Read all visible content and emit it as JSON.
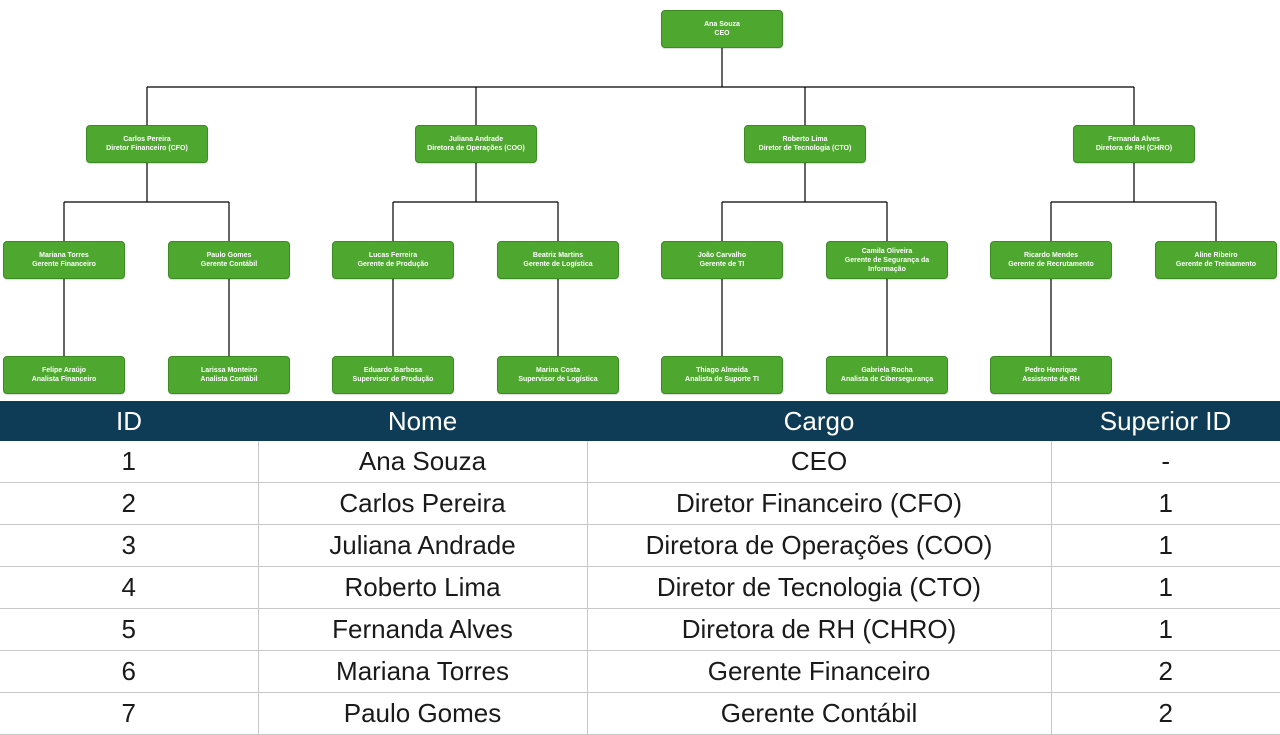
{
  "org_chart": {
    "nodes": [
      {
        "id": 1,
        "name": "Ana Souza",
        "title": "CEO",
        "parent": null
      },
      {
        "id": 2,
        "name": "Carlos Pereira",
        "title": "Diretor Financeiro (CFO)",
        "parent": 1
      },
      {
        "id": 3,
        "name": "Juliana Andrade",
        "title": "Diretora de Operações (COO)",
        "parent": 1
      },
      {
        "id": 4,
        "name": "Roberto Lima",
        "title": "Diretor de Tecnologia (CTO)",
        "parent": 1
      },
      {
        "id": 5,
        "name": "Fernanda Alves",
        "title": "Diretora de RH (CHRO)",
        "parent": 1
      },
      {
        "id": 6,
        "name": "Mariana Torres",
        "title": "Gerente Financeiro",
        "parent": 2
      },
      {
        "id": 7,
        "name": "Paulo Gomes",
        "title": "Gerente Contábil",
        "parent": 2
      },
      {
        "id": 8,
        "name": "Lucas Ferreira",
        "title": "Gerente de Produção",
        "parent": 3
      },
      {
        "id": 9,
        "name": "Beatriz Martins",
        "title": "Gerente de Logística",
        "parent": 3
      },
      {
        "id": 10,
        "name": "João Carvalho",
        "title": "Gerente de TI",
        "parent": 4
      },
      {
        "id": 11,
        "name": "Camila Oliveira",
        "title": "Gerente de Segurança da Informação",
        "parent": 4
      },
      {
        "id": 12,
        "name": "Ricardo Mendes",
        "title": "Gerente de Recrutamento",
        "parent": 5
      },
      {
        "id": 13,
        "name": "Aline Ribeiro",
        "title": "Gerente de Treinamento",
        "parent": 5
      },
      {
        "id": 14,
        "name": "Felipe Araújo",
        "title": "Analista Financeiro",
        "parent": 6
      },
      {
        "id": 15,
        "name": "Larissa Monteiro",
        "title": "Analista Contábil",
        "parent": 7
      },
      {
        "id": 16,
        "name": "Eduardo Barbosa",
        "title": "Supervisor de Produção",
        "parent": 8
      },
      {
        "id": 17,
        "name": "Marina Costa",
        "title": "Supervisor de Logística",
        "parent": 9
      },
      {
        "id": 18,
        "name": "Thiago Almeida",
        "title": "Analista de Suporte TI",
        "parent": 10
      },
      {
        "id": 19,
        "name": "Gabriela Rocha",
        "title": "Analista de Cibersegurança",
        "parent": 11
      },
      {
        "id": 20,
        "name": "Pedro Henrique",
        "title": "Assistente de RH",
        "parent": 12
      }
    ],
    "colors": {
      "node_fill": "#4ea72e",
      "node_border": "#3b8a22",
      "connector": "#000000"
    }
  },
  "table": {
    "headers": [
      "ID",
      "Nome",
      "Cargo",
      "Superior ID"
    ],
    "rows": [
      [
        "1",
        "Ana Souza",
        "CEO",
        "-"
      ],
      [
        "2",
        "Carlos Pereira",
        "Diretor Financeiro (CFO)",
        "1"
      ],
      [
        "3",
        "Juliana Andrade",
        "Diretora de Operações (COO)",
        "1"
      ],
      [
        "4",
        "Roberto Lima",
        "Diretor de Tecnologia (CTO)",
        "1"
      ],
      [
        "5",
        "Fernanda Alves",
        "Diretora de RH (CHRO)",
        "1"
      ],
      [
        "6",
        "Mariana Torres",
        "Gerente Financeiro",
        "2"
      ],
      [
        "7",
        "Paulo Gomes",
        "Gerente Contábil",
        "2"
      ]
    ],
    "colors": {
      "header_bg": "#0e3c56",
      "header_text": "#ffffff"
    }
  }
}
